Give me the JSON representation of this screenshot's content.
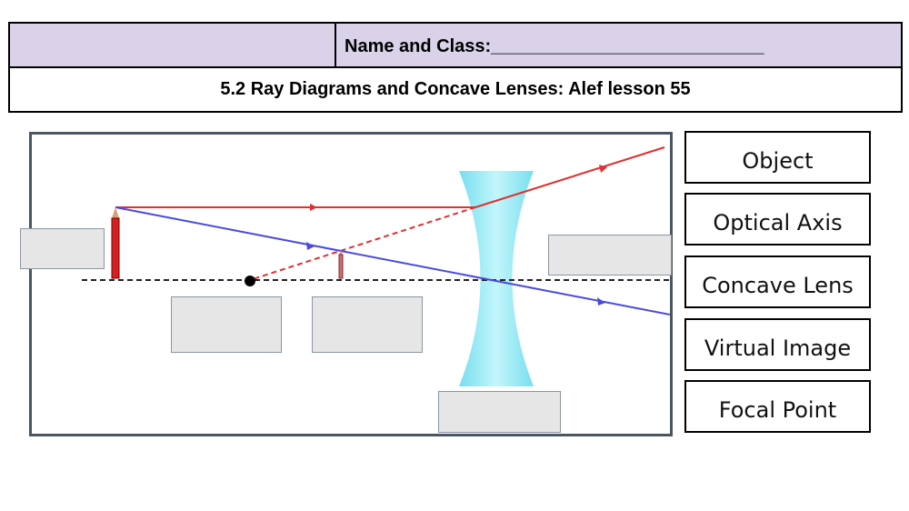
{
  "header": {
    "name_class": "Name and Class:___________________________",
    "lesson_title": "5.2 Ray Diagrams and Concave Lenses: Alef lesson 55"
  },
  "labels": [
    {
      "id": "object",
      "text": "Object"
    },
    {
      "id": "optical-axis",
      "text": "Optical Axis"
    },
    {
      "id": "concave-lens",
      "text": "Concave Lens"
    },
    {
      "id": "virtual-image",
      "text": "Virtual Image"
    },
    {
      "id": "focal-point",
      "text": "Focal Point"
    }
  ],
  "colors": {
    "header_bg": "#d9d2e9",
    "red_ray": "#e03030",
    "blue_ray": "#4a4ae0",
    "lens": "#7fe6f2",
    "drop_box": "#e6e6e6",
    "frame": "#4a5664"
  }
}
